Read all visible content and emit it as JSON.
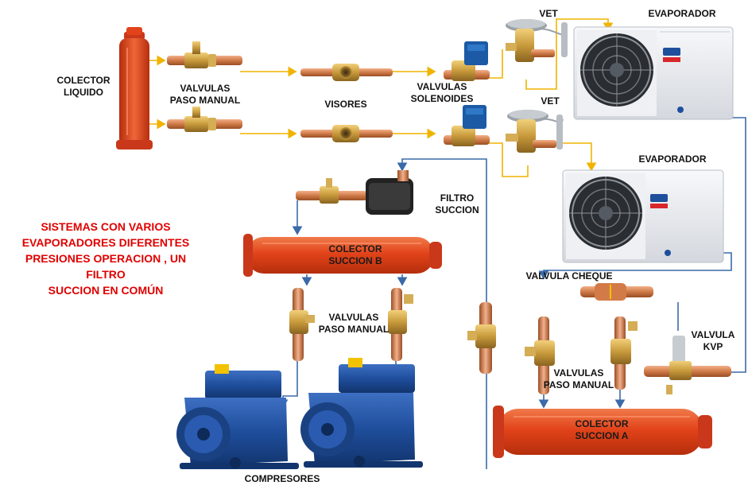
{
  "title_lines": [
    "SISTEMAS CON VARIOS",
    "EVAPORADORES DIFERENTES",
    "PRESIONES OPERACION , UN FILTRO",
    "SUCCION EN COMÚN"
  ],
  "labels": {
    "colector_liquido": [
      "COLECTOR",
      "LIQUIDO"
    ],
    "valvulas_paso_manual_top": [
      "VALVULAS",
      "PASO MANUAL"
    ],
    "visores": [
      "VISORES"
    ],
    "valvulas_solenoides": [
      "VALVULAS",
      "SOLENOIDES"
    ],
    "vet_top": [
      "VET"
    ],
    "vet_bottom": [
      "VET"
    ],
    "evaporador_top": [
      "EVAPORADOR"
    ],
    "evaporador_bottom": [
      "EVAPORADOR"
    ],
    "filtro_succion": [
      "FILTRO",
      "SUCCION"
    ],
    "colector_succion_b": [
      "COLECTOR",
      "SUCCION B"
    ],
    "valvulas_paso_manual_mid": [
      "VALVULAS",
      "PASO MANUAL"
    ],
    "valvula_cheque": [
      "VALVULA CHEQUE"
    ],
    "valvula_kvp": [
      "VALVULA",
      "KVP"
    ],
    "valvulas_paso_manual_right": [
      "VALVULAS",
      "PASO MANUAL"
    ],
    "colector_succion_a": [
      "COLECTOR",
      "SUCCION A"
    ],
    "compresores": [
      "COMPRESORES"
    ]
  },
  "colors": {
    "title": "#e00000",
    "liquid_line": "#f0b400",
    "suction_line": "#3a6aa8",
    "collector": "#e2431a",
    "compressor": "#1f4e9c",
    "evaporator": "#e9ebee",
    "brass": "#c89a3c",
    "copper": "#cf7a47"
  }
}
